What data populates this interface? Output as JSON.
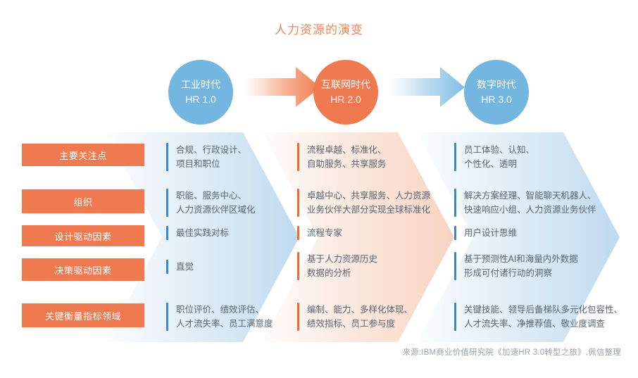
{
  "title": "人力资源的演变",
  "colors": {
    "orange": "#F07A50",
    "blue": "#73B6E0",
    "bar_blue": "#3A87C8",
    "bar_orange": "#ED6B35",
    "title_color": "#F4855C",
    "body_text": "#5A6672",
    "source_text": "#9AA4B0"
  },
  "stages": [
    {
      "era": "工业时代",
      "version": "HR 1.0",
      "color": "blue"
    },
    {
      "era": "互联网时代",
      "version": "HR 2.0",
      "color": "orange"
    },
    {
      "era": "数字时代",
      "version": "HR 3.0",
      "color": "blue"
    }
  ],
  "arrows": [
    {
      "name": "arrow-1-to-2",
      "color": "orange"
    },
    {
      "name": "arrow-2-to-3",
      "color": "blue"
    }
  ],
  "row_labels": [
    "主要关注点",
    "组织",
    "设计驱动因素",
    "决策驱动因素",
    "关键衡量指标领域"
  ],
  "matrix": {
    "col1": [
      "合规、行政设计、\n项目和职位",
      "职能、服务中心、\n人力资源伙伴区域化",
      "最佳实践对标",
      "直觉",
      "职位评价、绩效评估、\n人才流失率、员工满意度"
    ],
    "col2": [
      "流程卓越、标准化、\n自助服务、共享服务",
      "卓越中心、共享服务、人力资源\n业务伙伴大部分实现全球标准化",
      "流程专家",
      "基于人力资源历史\n数据的分析",
      "编制、能力、多样化体现、\n绩效指标、员工参与度"
    ],
    "col3": [
      "员工体验、认知、\n个性化、透明",
      "解决方案经理、智能聊天机器人、\n快速响应小组、人力资源业务伙伴",
      "用户设计思维",
      "基于预测性AI和海量内外数据\n形成可付诸行动的洞察",
      "关键技能、领导后备梯队多元化包容性、\n人才流失率、净推荐值、敬业度调查"
    ]
  },
  "source": "来源:IBM商业价值研究院《加速HR 3.0转型之旅》,佩信整理"
}
